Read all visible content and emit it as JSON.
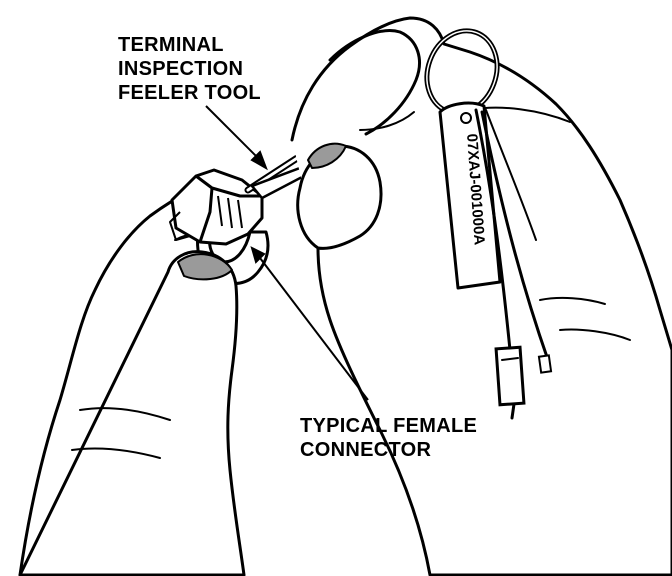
{
  "labels": {
    "tool": [
      "TERMINAL",
      "INSPECTION",
      "FEELER TOOL"
    ],
    "connector": [
      "TYPICAL FEMALE",
      "CONNECTOR"
    ]
  },
  "tag": {
    "part_number": "07XAJ-001000A"
  },
  "colors": {
    "ink": "#000000",
    "paper": "#ffffff",
    "shade": "#9a9a9a"
  }
}
